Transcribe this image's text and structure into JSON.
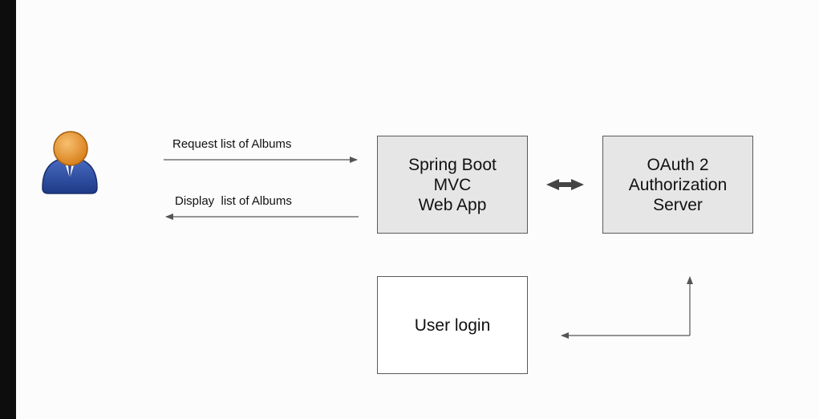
{
  "labels": {
    "request": "Request list of Albums",
    "display": "Display  list of Albums"
  },
  "boxes": {
    "spring_app": {
      "lines": [
        "Spring Boot",
        "MVC",
        "Web App"
      ]
    },
    "oauth_server": {
      "lines": [
        "OAuth 2",
        "Authorization",
        "Server"
      ]
    },
    "user_login": {
      "lines": [
        "User login"
      ]
    }
  },
  "icons": {
    "user": "user-avatar-icon"
  },
  "colors": {
    "box_fill": "#e6e6e6",
    "arrow": "#555555",
    "avatar_head": "#e89a2e",
    "avatar_body": "#2f4fa0"
  }
}
